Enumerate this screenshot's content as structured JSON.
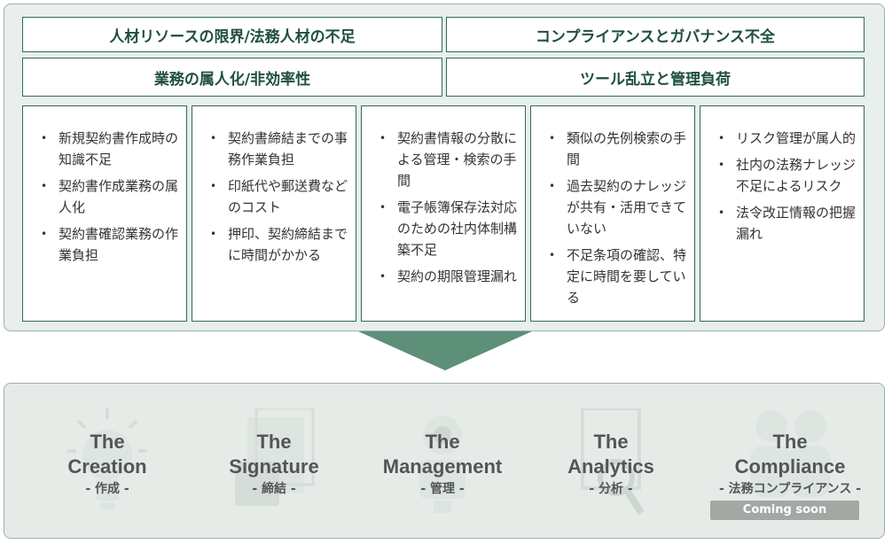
{
  "headers": {
    "h1": "人材リソースの限界/法務人材の不足",
    "h2": "コンプライアンスとガバナンス不全",
    "h3": "業務の属人化/非効率性",
    "h4": "ツール乱立と管理負荷"
  },
  "columns": [
    {
      "items": [
        "新規契約書作成時の知識不足",
        "契約書作成業務の属人化",
        "契約書確認業務の作業負担"
      ]
    },
    {
      "items": [
        "契約書締結までの事務作業負担",
        "印紙代や郵送費などのコスト",
        "押印、契約締結までに時間がかかる"
      ]
    },
    {
      "items": [
        "契約書情報の分散による管理・検索の手間",
        "電子帳簿保存法対応のための社内体制構築不足",
        "契約の期限管理漏れ"
      ]
    },
    {
      "items": [
        "類似の先例検索の手間",
        "過去契約のナレッジが共有・活用できていない",
        "不足条項の確認、特定に時間を要している"
      ]
    },
    {
      "items": [
        "リスク管理が属人的",
        "社内の法務ナレッジ不足によるリスク",
        "法令改正情報の把握漏れ"
      ]
    }
  ],
  "products": [
    {
      "title_line1": "The",
      "title_line2": "Creation",
      "subtitle": "- 作成 -",
      "icon": "lightbulb-icon"
    },
    {
      "title_line1": "The",
      "title_line2": "Signature",
      "subtitle": "- 締結 -",
      "icon": "document-pen-icon"
    },
    {
      "title_line1": "The",
      "title_line2": "Management",
      "subtitle": "- 管理 -",
      "icon": "robot-icon"
    },
    {
      "title_line1": "The",
      "title_line2": "Analytics",
      "subtitle": "- 分析 -",
      "icon": "magnifier-icon"
    },
    {
      "title_line1": "The",
      "title_line2": "Compliance",
      "subtitle": "- 法務コンプライアンス -",
      "icon": "people-icon"
    }
  ],
  "coming_soon": "Coming soon",
  "colors": {
    "accent": "#2f6b56",
    "arrow": "#5d8f79",
    "panel": "#e8efec"
  }
}
